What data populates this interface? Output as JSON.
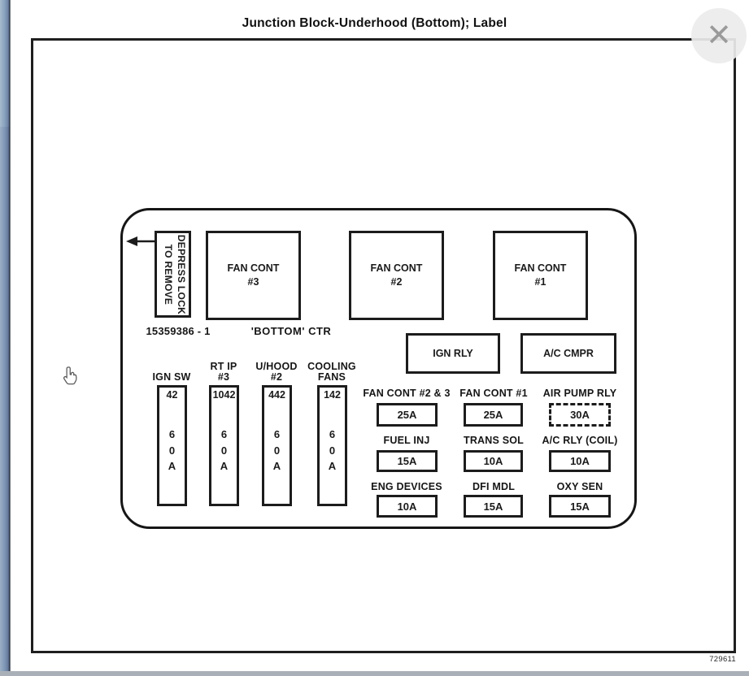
{
  "window": {
    "title": "Junction Block-Underhood (Bottom); Label",
    "close_icon": "✕",
    "doc_number": "729611"
  },
  "diagram": {
    "depress_note": {
      "line1": "DEPRESS LOCK",
      "line2": "TO REMOVE"
    },
    "part_number": "15359386 - 1",
    "bottom_ctr": "'BOTTOM' CTR",
    "big_boxes": [
      {
        "line1": "FAN CONT",
        "line2": "#3"
      },
      {
        "line1": "FAN CONT",
        "line2": "#2"
      },
      {
        "line1": "FAN CONT",
        "line2": "#1"
      }
    ],
    "relays": [
      {
        "label": "IGN RLY"
      },
      {
        "label": "A/C CMPR"
      }
    ],
    "maxi_fuses": [
      {
        "label1": "IGN SW",
        "label2": "",
        "id": "42",
        "amp": [
          "6",
          "0",
          "A"
        ]
      },
      {
        "label1": "RT IP",
        "label2": "#3",
        "id": "1042",
        "amp": [
          "6",
          "0",
          "A"
        ]
      },
      {
        "label1": "U/HOOD",
        "label2": "#2",
        "id": "442",
        "amp": [
          "6",
          "0",
          "A"
        ]
      },
      {
        "label1": "COOLING",
        "label2": "FANS",
        "id": "142",
        "amp": [
          "6",
          "0",
          "A"
        ]
      }
    ],
    "fuse_grid": [
      {
        "label": "FAN CONT #2 & 3",
        "amp": "25A"
      },
      {
        "label": "FAN CONT #1",
        "amp": "25A"
      },
      {
        "label": "AIR PUMP RLY",
        "amp": "30A"
      },
      {
        "label": "FUEL INJ",
        "amp": "15A"
      },
      {
        "label": "TRANS SOL",
        "amp": "10A"
      },
      {
        "label": "A/C RLY (COIL)",
        "amp": "10A"
      },
      {
        "label": "ENG DEVICES",
        "amp": "10A"
      },
      {
        "label": "DFI MDL",
        "amp": "15A"
      },
      {
        "label": "OXY SEN",
        "amp": "15A"
      }
    ],
    "colors": {
      "line": "#1c1c1c",
      "edge_strip_blue": "#7e96b6",
      "close_bg": "#ececec",
      "close_glyph": "#9a9a9a"
    }
  }
}
